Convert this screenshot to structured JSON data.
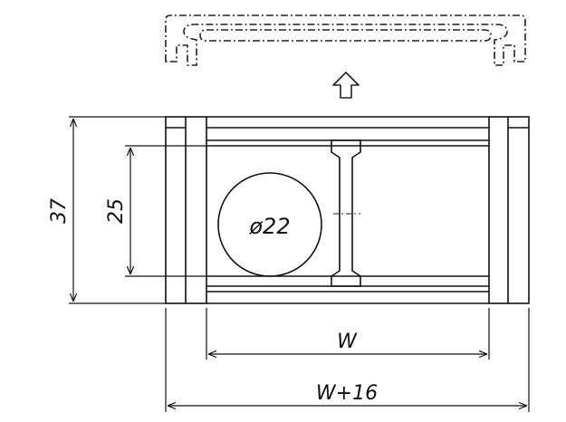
{
  "drawing": {
    "dimensions": {
      "outer_height": "37",
      "inner_height": "25",
      "diameter": "ø22",
      "inner_width": "W",
      "outer_width": "W+16"
    }
  }
}
